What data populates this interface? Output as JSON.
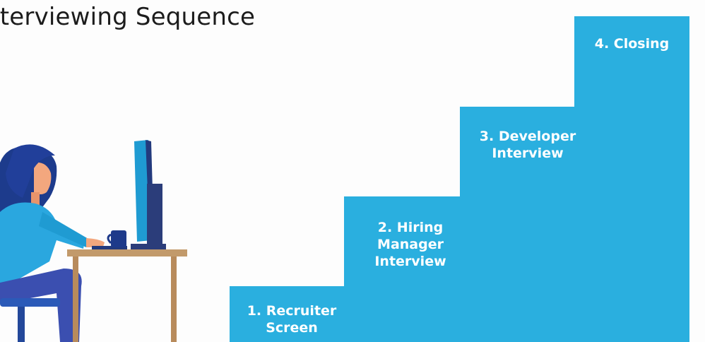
{
  "title": "nterviewing Sequence",
  "steps": [
    {
      "label": "1. Recruiter\nScreen"
    },
    {
      "label": "2. Hiring\nManager\nInterview"
    },
    {
      "label": "3. Developer\nInterview"
    },
    {
      "label": "4. Closing"
    }
  ],
  "colors": {
    "step_fill": "#2aafdf",
    "title_text": "#1c1c1c",
    "step_text": "#ffffff"
  },
  "illustration": {
    "description_icon": "woman-at-computer-icon"
  }
}
